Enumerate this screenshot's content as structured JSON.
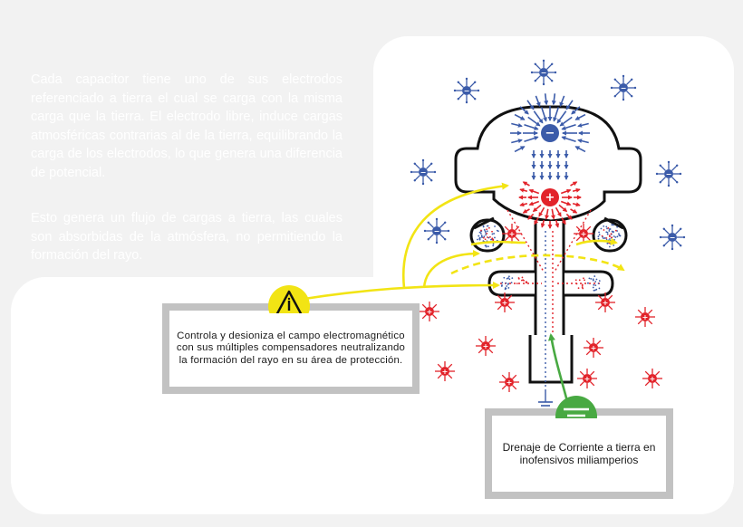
{
  "intro": {
    "paragraph_1": "Cada capacitor tiene uno de sus electrodos referenciado a tierra el cual se carga con la misma carga que la tierra. El electrodo libre, induce cargas atmosféricas contrarias al de la tierra, equilibrando la carga de los electrodos, lo que genera una diferencia de potencial.",
    "paragraph_2": "Esto genera un flujo de cargas a tierra, las cuales son absorbidas de la atmósfera, no permitiendo la formación del rayo."
  },
  "callout_left": {
    "icon": "warning-triangle-icon",
    "text": "Controla y desioniza el campo electromagnético con sus múltiples compensadores neutralizando la formación del rayo en su área de protección."
  },
  "callout_right": {
    "icon": "ground-drain-icon",
    "text": "Drenaje de Corriente a tierra en inofensivos miliamperios"
  },
  "symbols": {
    "positive": "+",
    "negative": "−"
  },
  "colors": {
    "background": "#f2f2f2",
    "panel": "#ffffff",
    "frame": "#c2c2c2",
    "outline": "#111111",
    "negative_blue": "#3b5ba9",
    "positive_red": "#e2232a",
    "arrow_yellow": "#f2e414",
    "drain_green": "#48a942"
  }
}
